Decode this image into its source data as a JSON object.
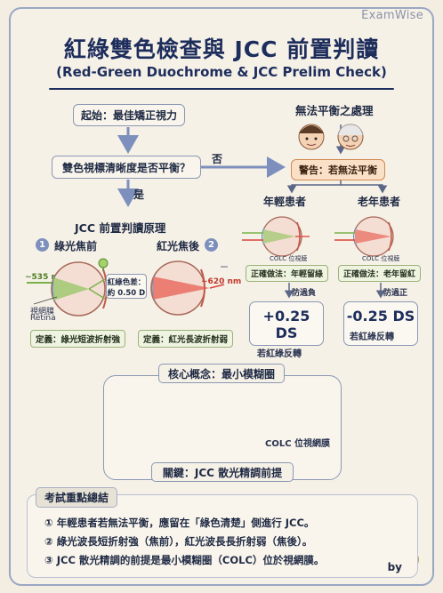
{
  "brand": "ExamWise",
  "title_zh": "紅綠雙色檢查與 JCC 前置判讀",
  "title_en": "(Red-Green Duochrome & JCC Prelim Check)",
  "flow": {
    "start": "起始：最佳矯正視力",
    "question": "雙色視標清晰度是否平衡？",
    "no": "否",
    "yes": "是",
    "principle": "JCC 前置判讀原理"
  },
  "green_focus": {
    "number": "1",
    "label": "綠光焦前",
    "wavelength": "~535 nm",
    "retina_zh": "視網膜",
    "retina_en": "Retina",
    "definition": "定義：綠光短波折射強"
  },
  "red_focus": {
    "number": "2",
    "label": "紅光焦後",
    "wavelength": "~620 nm",
    "difference_line1": "紅綠色差：",
    "difference_line2": "約 0.50 D",
    "definition": "定義：紅光長波折射弱"
  },
  "unbalanced": {
    "title": "無法平衡之處理",
    "warning": "警告：若無法平衡",
    "young": {
      "label": "年輕患者",
      "colc": "COLC 位視膜",
      "practice": "正確做法：年輕留綠",
      "purpose": "防過負",
      "ds": "+0.25 DS",
      "reaction": "若紅綠反轉"
    },
    "old": {
      "label": "老年患者",
      "colc": "COLC 位視膜",
      "practice": "正確做法：老年留紅",
      "purpose": "防過正",
      "ds": "-0.25 DS",
      "reaction": "若紅綠反轉"
    }
  },
  "core": {
    "title": "核心概念：最小模糊圈",
    "colc_label": "COLC 位視網膜",
    "key": "關鍵：JCC 散光精調前提"
  },
  "summary": {
    "title": "考試重點總結",
    "items": [
      "①  年輕患者若無法平衡，應留在「綠色清楚」側進行 JCC。",
      "②  綠光波長短折射強（焦前），紅光波長長折射弱（焦後）。",
      "③  JCC 散光精調的前提是最小模糊圈（COLC）位於視網膜。"
    ]
  },
  "byline": "by",
  "colors": {
    "navy": "#1d2d5c",
    "green": "#7ab24a",
    "red": "#d9443a",
    "warning_bg": "#fbe0c8"
  }
}
